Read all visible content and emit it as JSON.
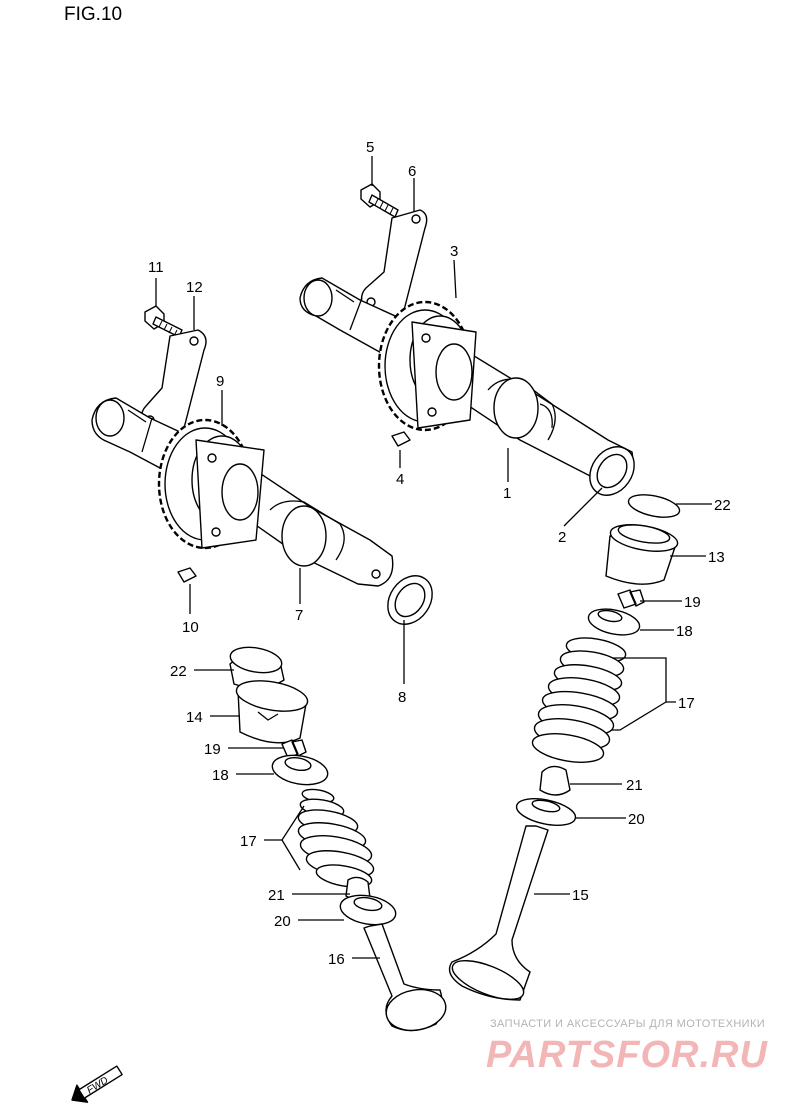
{
  "figure": {
    "title": "FIG.10"
  },
  "callouts": [
    {
      "id": "1",
      "text": "1"
    },
    {
      "id": "2",
      "text": "2"
    },
    {
      "id": "3",
      "text": "3"
    },
    {
      "id": "4",
      "text": "4"
    },
    {
      "id": "5",
      "text": "5"
    },
    {
      "id": "6",
      "text": "6"
    },
    {
      "id": "7",
      "text": "7"
    },
    {
      "id": "8",
      "text": "8"
    },
    {
      "id": "9",
      "text": "9"
    },
    {
      "id": "10",
      "text": "10"
    },
    {
      "id": "11",
      "text": "11"
    },
    {
      "id": "12",
      "text": "12"
    },
    {
      "id": "13",
      "text": "13"
    },
    {
      "id": "14",
      "text": "14"
    },
    {
      "id": "15",
      "text": "15"
    },
    {
      "id": "16",
      "text": "16"
    },
    {
      "id": "17a",
      "text": "17"
    },
    {
      "id": "17b",
      "text": "17"
    },
    {
      "id": "18a",
      "text": "18"
    },
    {
      "id": "18b",
      "text": "18"
    },
    {
      "id": "19a",
      "text": "19"
    },
    {
      "id": "19b",
      "text": "19"
    },
    {
      "id": "20a",
      "text": "20"
    },
    {
      "id": "20b",
      "text": "20"
    },
    {
      "id": "21a",
      "text": "21"
    },
    {
      "id": "21b",
      "text": "21"
    },
    {
      "id": "22a",
      "text": "22"
    },
    {
      "id": "22b",
      "text": "22"
    }
  ],
  "direction": {
    "label": "FWD"
  },
  "watermark": {
    "tagline": "ЗАПЧАСТИ И АКСЕССУАРЫ ДЛЯ МОТОТЕХНИКИ",
    "logo": "PARTSFOR.RU",
    "color": "#f2b6b6"
  }
}
